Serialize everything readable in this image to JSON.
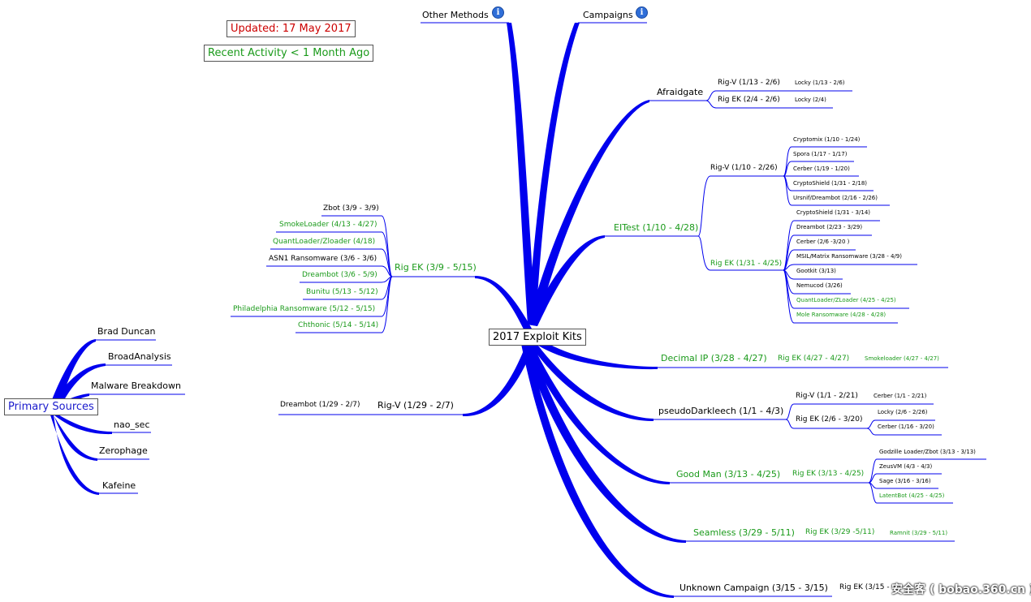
{
  "title": "2017 Exploit Kits",
  "updated": "Updated: 17 May 2017",
  "legend_recent": "Recent Activity < 1 Month Ago",
  "primary_sources": "Primary Sources",
  "top_left_branch": "Other Methods",
  "top_right_branch": "Campaigns",
  "sources": [
    "Brad Duncan",
    "BroadAnalysis",
    "Malware Breakdown",
    "nao_sec",
    "Zerophage",
    "Kafeine"
  ],
  "colors": {
    "branch": "#0000ee",
    "recent": "#1a9a1a",
    "text": "#000000",
    "updated": "#cc0000",
    "source": "#1a1acc"
  },
  "left": {
    "rig_ek": {
      "label": "Rig EK (3/9 - 5/15)",
      "items": [
        {
          "t": "Zbot (3/9 - 3/9)",
          "recent": false
        },
        {
          "t": "SmokeLoader (4/13 - 4/27)",
          "recent": true
        },
        {
          "t": "QuantLoader/Zloader (4/18)",
          "recent": true
        },
        {
          "t": "ASN1 Ransomware (3/6 - 3/6)",
          "recent": false
        },
        {
          "t": "Dreambot (3/6 - 5/9)",
          "recent": true
        },
        {
          "t": "Bunitu (5/13 - 5/12)",
          "recent": true
        },
        {
          "t": "Philadelphia Ransomware (5/12 - 5/15)",
          "recent": true
        },
        {
          "t": "Chthonic (5/14 - 5/14)",
          "recent": true
        }
      ]
    },
    "rig_v": {
      "label": "Rig-V (1/29 - 2/7)",
      "item": "Dreambot (1/29 - 2/7)"
    }
  },
  "afraidgate": {
    "label": "Afraidgate",
    "kits": [
      {
        "label": "Rig-V (1/13 - 2/6)",
        "payload": "Locky (1/13 - 2/6)"
      },
      {
        "label": "Rig EK (2/4 - 2/6)",
        "payload": "Locky (2/4)"
      }
    ]
  },
  "eitest": {
    "label": "EITest (1/10 - 4/28)",
    "rig_v": {
      "label": "Rig-V (1/10 - 2/26)",
      "items": [
        "Cryptomix (1/10 - 1/24)",
        "Spora (1/17 - 1/17)",
        "Cerber (1/19 - 1/20)",
        "CryptoShield (1/31 - 2/18)",
        "Ursnif/Dreambot (2/16 - 2/26)"
      ]
    },
    "rig_ek": {
      "label": "Rig EK (1/31 - 4/25)",
      "items": [
        {
          "t": "CryptoShield (1/31 - 3/14)",
          "recent": false
        },
        {
          "t": "Dreambot (2/23 - 3/29)",
          "recent": false
        },
        {
          "t": "Cerber (2/6 -3/20 )",
          "recent": false
        },
        {
          "t": "MSIL/Matrix Ransomware (3/28 - 4/9)",
          "recent": false
        },
        {
          "t": "Gootkit (3/13)",
          "recent": false
        },
        {
          "t": "Nemucod (3/26)",
          "recent": false
        },
        {
          "t": "QuantLoader/ZLoader (4/25 - 4/25)",
          "recent": true
        },
        {
          "t": "Mole Ransomware (4/28 - 4/28)",
          "recent": true
        }
      ]
    }
  },
  "decimal_ip": {
    "label": "Decimal IP (3/28 - 4/27)",
    "kit": "Rig EK (4/27 - 4/27)",
    "payload": "Smokeloader (4/27 - 4/27)"
  },
  "pseudo": {
    "label": "pseudoDarkleech (1/1 - 4/3)",
    "rig_v": {
      "label": "Rig-V (1/1 - 2/21)",
      "payload": "Cerber (1/1 - 2/21)"
    },
    "rig_ek": {
      "label": "Rig EK (2/6 - 3/20)",
      "payloads": [
        "Locky (2/6 - 2/26)",
        "Cerber (1/16 - 3/20)"
      ]
    }
  },
  "good_man": {
    "label": "Good Man (3/13 - 4/25)",
    "kit": "Rig EK (3/13 - 4/25)",
    "payloads": [
      {
        "t": "Godzille Loader/Zbot (3/13 - 3/13)",
        "recent": false
      },
      {
        "t": "ZeusVM (4/3 - 4/3)",
        "recent": false
      },
      {
        "t": "Sage (3/16 - 3/16)",
        "recent": false
      },
      {
        "t": "LatentBot (4/25 - 4/25)",
        "recent": true
      }
    ]
  },
  "seamless": {
    "label": "Seamless (3/29 - 5/11)",
    "kit": "Rig EK (3/29 -5/11)",
    "payload": "Ramnit (3/29 - 5/11)"
  },
  "unknown": {
    "label": "Unknown Campaign (3/15 - 3/15)",
    "kit": "Rig EK (3/15 -"
  },
  "watermark": "安全客 ( bobao.360.cn )"
}
